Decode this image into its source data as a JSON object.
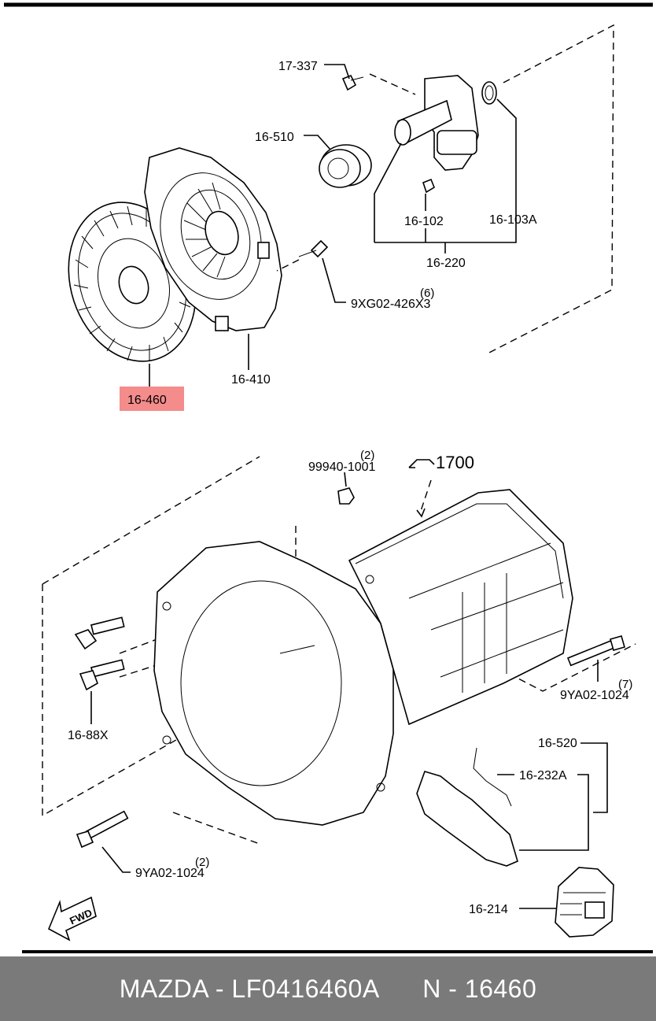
{
  "labels": {
    "p17_337": "17-337",
    "p16_510": "16-510",
    "p16_102": "16-102",
    "p16_103a": "16-103A",
    "p16_220": "16-220",
    "p6_qty": "(6)",
    "p9xg02": "9XG02-426X3",
    "p16_410": "16-410",
    "p16_460": "16-460",
    "p99940": "99940-1001",
    "p2_qty_top": "(2)",
    "p1700": "1700",
    "p7_qty": "(7)",
    "p9ya02_right": "9YA02-1024",
    "p16_88x": "16-88X",
    "p16_520": "16-520",
    "p16_232a": "16-232A",
    "p2_qty_bottom": "(2)",
    "p9ya02_left": "9YA02-1024",
    "p16_214": "16-214",
    "fwd": "FWD"
  },
  "highlight_color": "#f48c8c",
  "footer": {
    "brand": "MAZDA",
    "part_number": "LF0416460A",
    "ref": "N - 16460",
    "text": "MAZDA - LF0416460A      N - 16460"
  }
}
